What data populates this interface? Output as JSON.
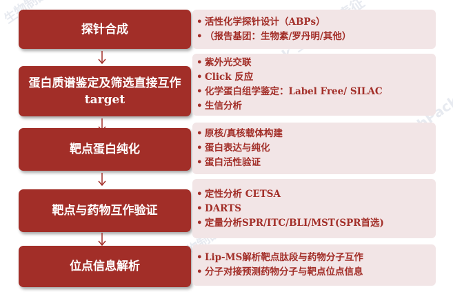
{
  "steps": [
    {
      "title": "探针合成",
      "details": [
        "活性化学探针设计（ABPs）",
        "（报告基团：生物素/罗丹明/其他）"
      ]
    },
    {
      "title": "蛋白质谱鉴定及筛选直接互作target",
      "details": [
        "紫外光交联",
        "Click 反应",
        "化学蛋白组学鉴定：Label Free/ SILAC",
        "生信分析"
      ]
    },
    {
      "title": "靶点蛋白纯化",
      "details": [
        "原核/真核载体构建",
        "蛋白表达与纯化",
        "蛋白活性验证"
      ]
    },
    {
      "title": "靶点与药物互作验证",
      "details": [
        "定性分析 CETSA",
        "DARTS",
        "定量分析SPR/ITC/BLI/MST(SPR首选)"
      ]
    },
    {
      "title": "位点信息解析",
      "details": [
        "Lip-MS解析靶点肽段与药物分子互作",
        "分子对接预测药物分子与靶点位点信息"
      ]
    }
  ],
  "bullet_symbol": "•",
  "watermarks": [
    "生物制品表征 多组学生物医药",
    "BiotechPack 生物制品表征",
    "BiotechPack 多组学生物",
    "CNAS 生物制品表征"
  ],
  "colors": {
    "step_fill": "#a22e28",
    "detail_fill": "#f2e5e6",
    "detail_text": "#a22e28",
    "arrow": "#a22e28"
  }
}
